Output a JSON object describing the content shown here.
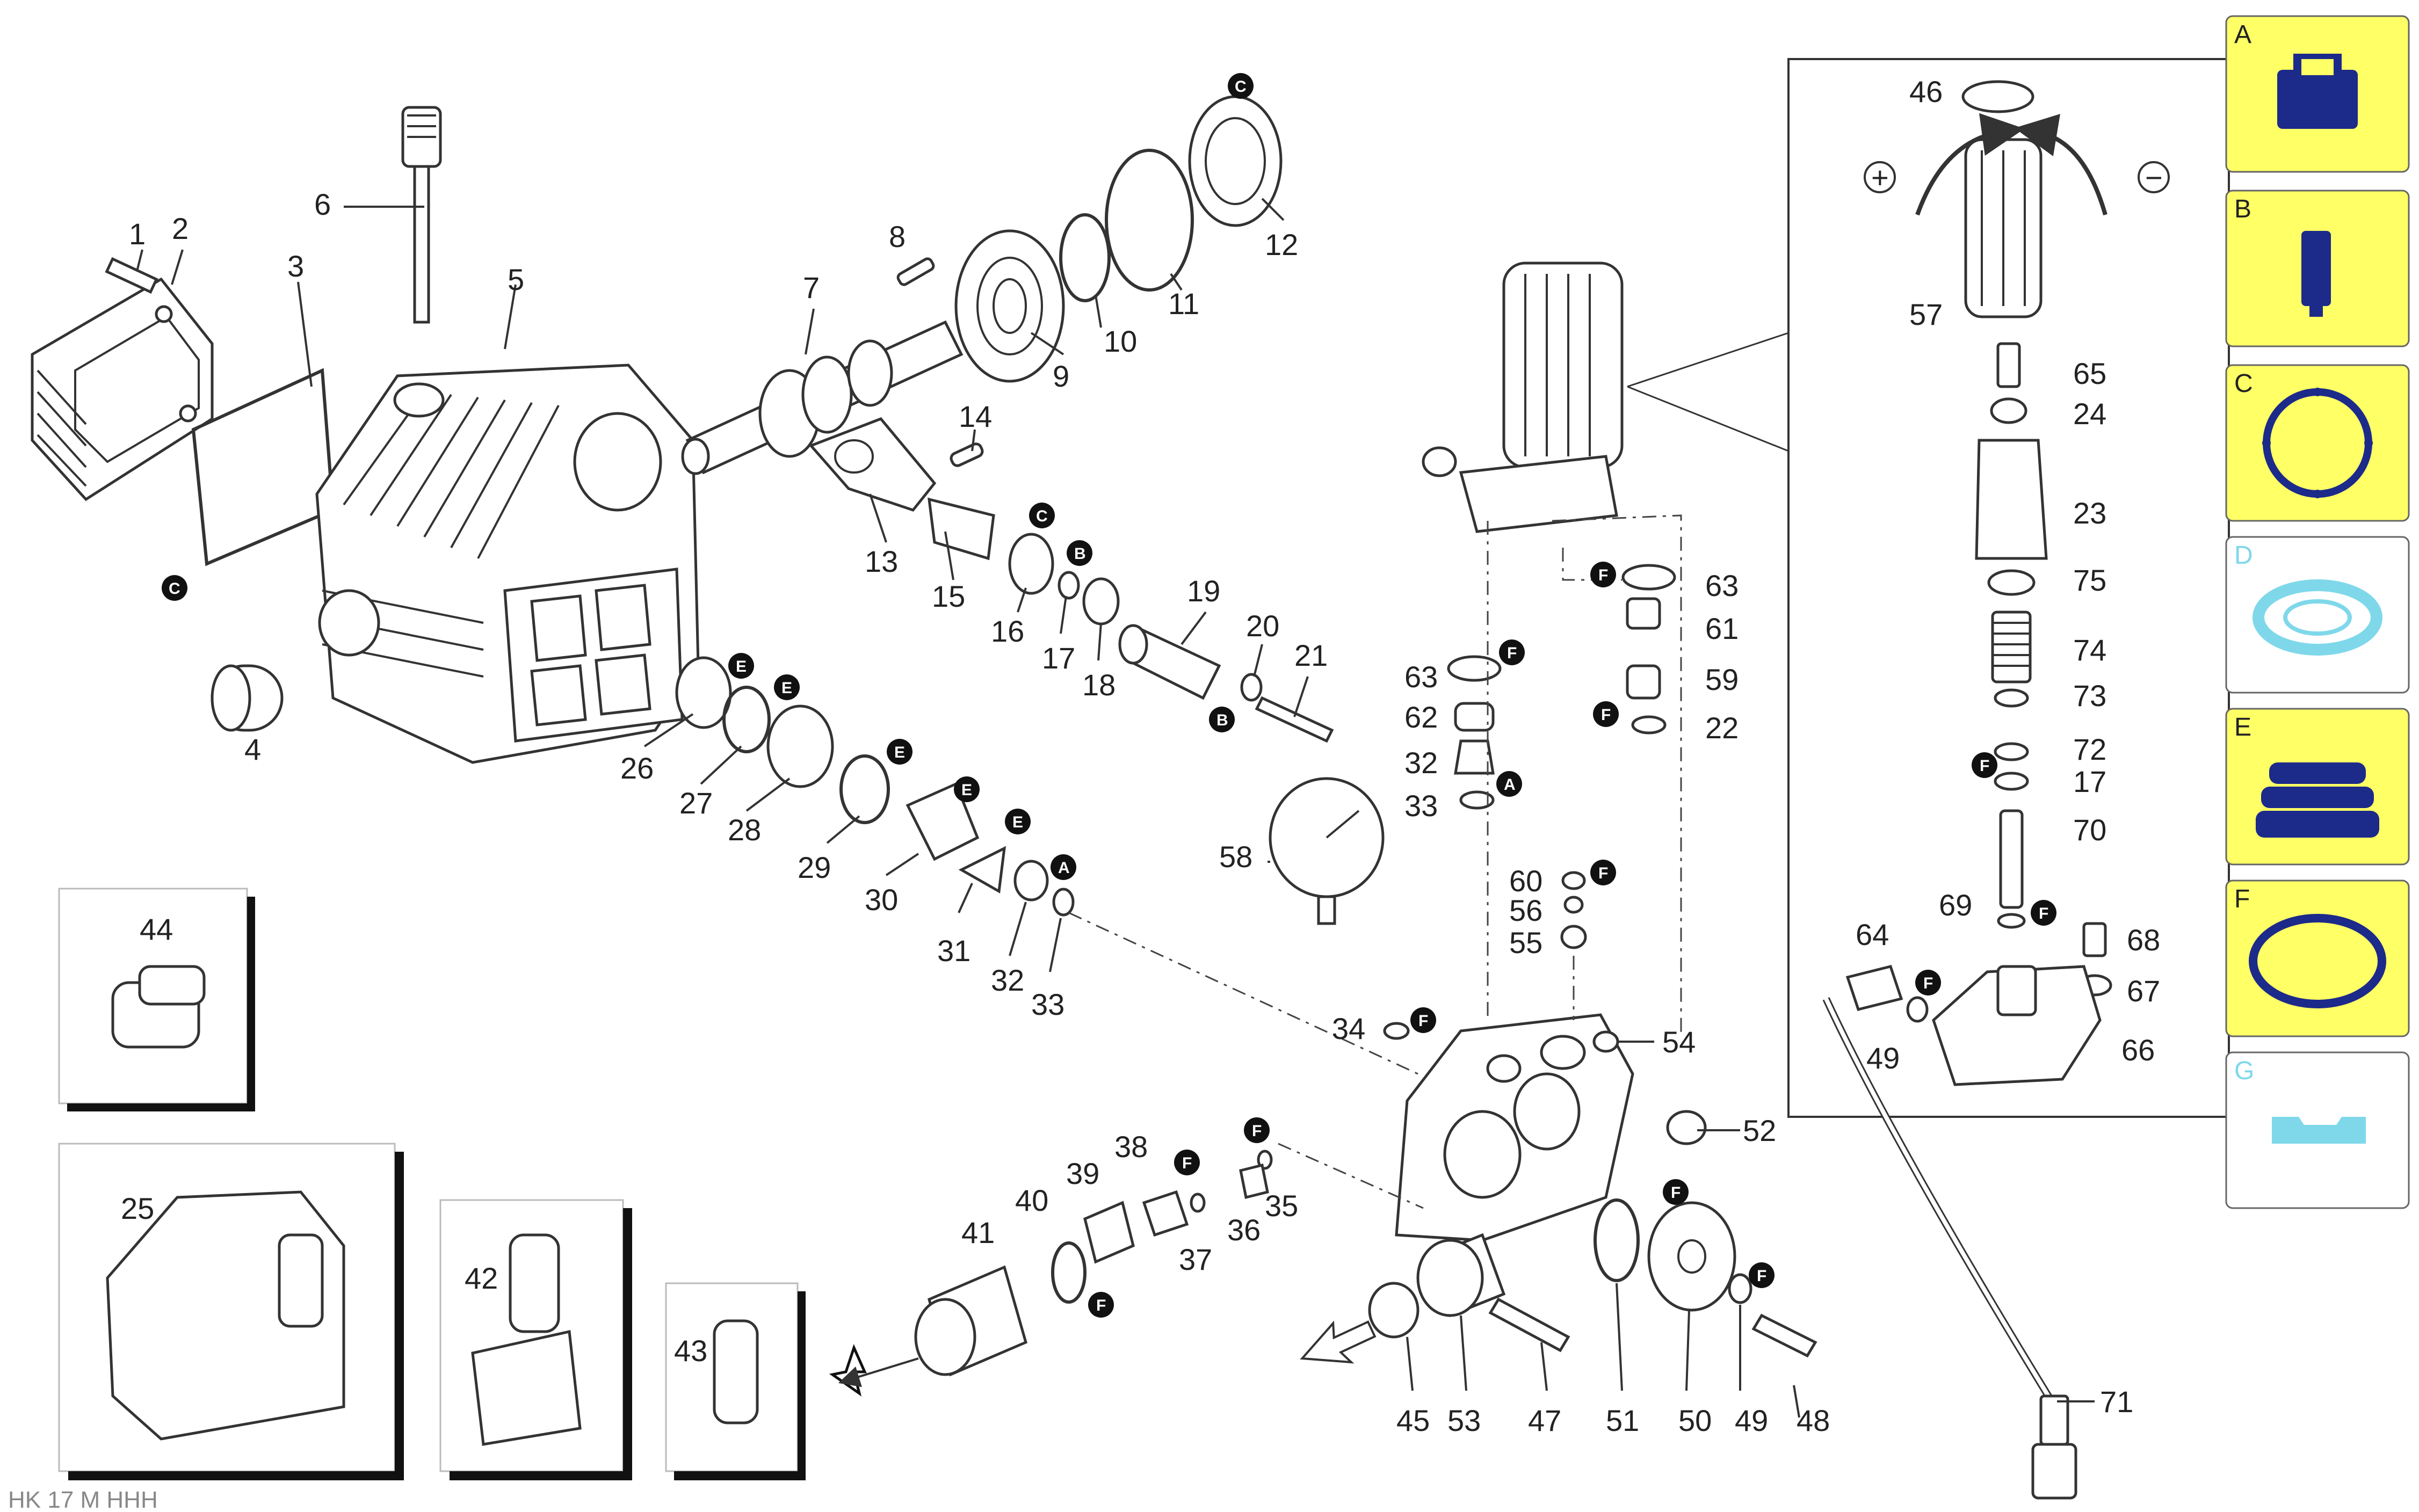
{
  "diagram": {
    "labels": {
      "p1": "1",
      "p2": "2",
      "p3": "3",
      "p4": "4",
      "p5": "5",
      "p6": "6",
      "p7": "7",
      "p8": "8",
      "p9": "9",
      "p10": "10",
      "p11": "11",
      "p12": "12",
      "p13": "13",
      "p14": "14",
      "p15": "15",
      "p16": "16",
      "p17": "17",
      "p18": "18",
      "p19": "19",
      "p20": "20",
      "p21": "21",
      "p22": "22",
      "p25": "25",
      "p26": "26",
      "p27": "27",
      "p28": "28",
      "p29": "29",
      "p30": "30",
      "p31": "31",
      "p32": "32",
      "p33": "33",
      "p32b": "32",
      "p33b": "33",
      "p34": "34",
      "p35": "35",
      "p36": "36",
      "p37": "37",
      "p38": "38",
      "p39": "39",
      "p40": "40",
      "p41": "41",
      "p42": "42",
      "p43": "43",
      "p44": "44",
      "p45": "45",
      "p47": "47",
      "p48": "48",
      "p49": "49",
      "p50": "50",
      "p51": "51",
      "p52": "52",
      "p53": "53",
      "p54": "54",
      "p55": "55",
      "p56": "56",
      "p58": "58",
      "p59": "59",
      "p60": "60",
      "p61": "61",
      "p62": "62",
      "p63": "63",
      "p63b": "63",
      "p71": "71",
      "z46": "46",
      "z57": "57",
      "z65": "65",
      "z24": "24",
      "z23": "23",
      "z75": "75",
      "z74": "74",
      "z73": "73",
      "z72": "72",
      "z17": "17",
      "z70": "70",
      "z69": "69",
      "z68": "68",
      "z67": "67",
      "z64": "64",
      "z49": "49",
      "z66": "66"
    },
    "badges": {
      "b12": "C",
      "b3": "C",
      "b16": "C",
      "b17": "B",
      "b20": "B",
      "b27": "E",
      "b28": "E",
      "b29": "E",
      "b30": "E",
      "b31": "E",
      "b33": "A",
      "b34": "F",
      "b35": "F",
      "b37": "F",
      "b40": "F",
      "b51": "F",
      "b49": "F",
      "b63a": "F",
      "b63b": "F",
      "b22": "F",
      "b33b": "A",
      "b60": "F",
      "bz72": "F",
      "bz69": "F",
      "bz49": "F"
    },
    "zoom_signs": {
      "plus": "+",
      "minus": "−"
    }
  },
  "legend": {
    "items": [
      {
        "letter": "A",
        "color": "#ffff66",
        "icon": "nozzle-cap-icon"
      },
      {
        "letter": "B",
        "color": "#ffff66",
        "icon": "piston-icon"
      },
      {
        "letter": "C",
        "color": "#ffff66",
        "icon": "seal-ring-icon"
      },
      {
        "letter": "D",
        "color": "#ffffff",
        "icon": "light-seal-icon"
      },
      {
        "letter": "E",
        "color": "#ffff66",
        "icon": "bellows-seal-icon"
      },
      {
        "letter": "F",
        "color": "#ffff66",
        "icon": "o-ring-icon"
      },
      {
        "letter": "G",
        "color": "#ffffff",
        "icon": "light-plate-icon"
      }
    ]
  },
  "footer": {
    "text": "HK 17 M HHH"
  }
}
